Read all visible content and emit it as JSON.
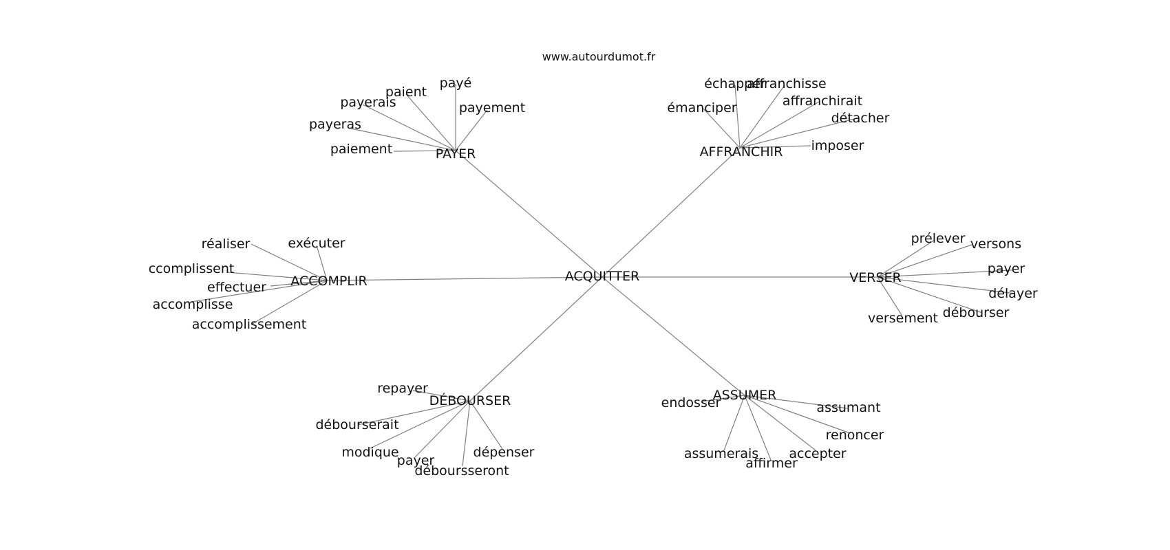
{
  "site": "www.autourdumot.fr",
  "center": "ACQUITTER",
  "hubs": [
    {
      "id": "payer",
      "label": "PAYER",
      "leaves": [
        "paiement",
        "payeras",
        "payerais",
        "paient",
        "payé",
        "payement"
      ]
    },
    {
      "id": "affranchir",
      "label": "AFFRANCHIR",
      "leaves": [
        "échapper",
        "affranchisse",
        "émanciper",
        "affranchirait",
        "détacher",
        "imposer"
      ]
    },
    {
      "id": "accomplir",
      "label": "ACCOMPLIR",
      "leaves": [
        "réaliser",
        "exécuter",
        "ccomplissent",
        "effectuer",
        "accomplisse",
        "accomplissement"
      ]
    },
    {
      "id": "verser",
      "label": "VERSER",
      "leaves": [
        "prélever",
        "versons",
        "payer",
        "délayer",
        "débourser",
        "versement"
      ]
    },
    {
      "id": "debourser",
      "label": "DÉBOURSER",
      "leaves": [
        "repayer",
        "débourserait",
        "modique",
        "payer",
        "déboursseront",
        "dépenser"
      ]
    },
    {
      "id": "assumer",
      "label": "ASSUMER",
      "leaves": [
        "endosser",
        "assumant",
        "renoncer",
        "assumerais",
        "affirmer",
        "accepter"
      ]
    }
  ]
}
